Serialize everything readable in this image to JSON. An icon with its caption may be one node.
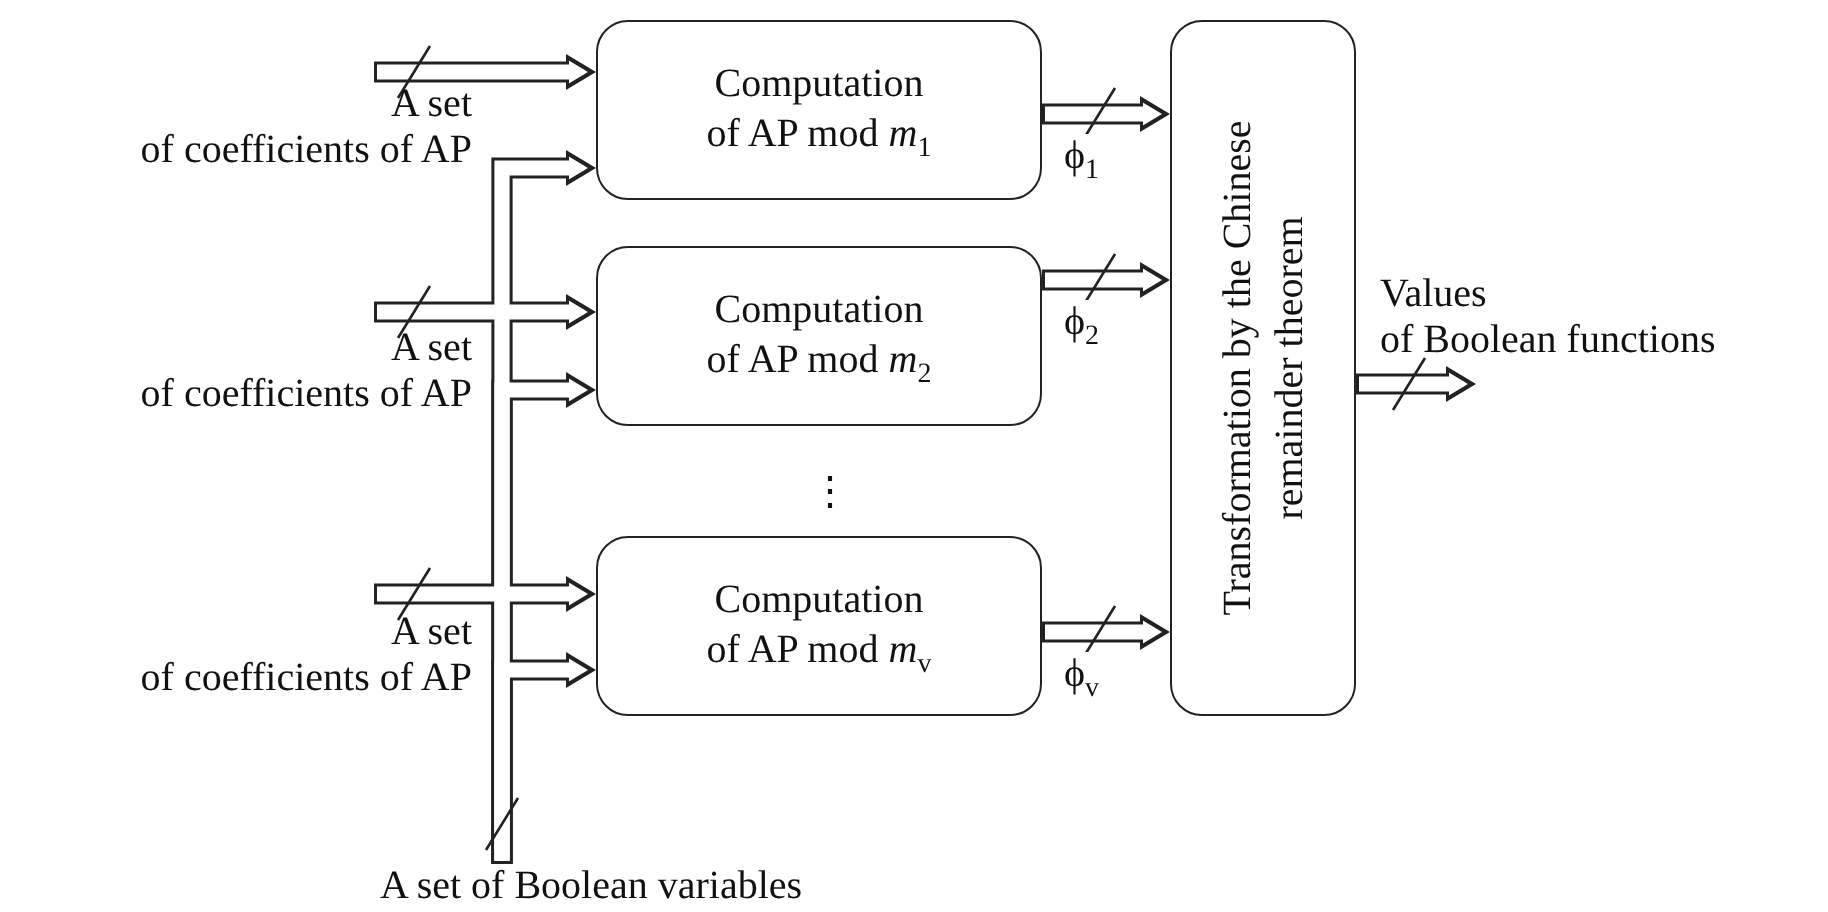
{
  "diagram": {
    "nodes": [
      {
        "text": [
          "Computation of AP mod *m*$_{1}$"
        ]
      },
      {
        "text": [
          "Computation of AP mod *m*$_{2}$"
        ]
      },
      {
        "text": [
          "Computation of AP mod *m*$_{v}$"
        ]
      },
      {
        "text": [
          "Transformation by the Chinese remainder theorem"
        ]
      },
      {
        "text": [
          "A set of coefficients of AP"
        ]
      },
      {
        "text": [
          "A set of coefficients of AP"
        ]
      },
      {
        "text": [
          "A set of coefficients of AP"
        ]
      },
      {
        "text": [
          "A set of Boolean variables"
        ]
      },
      {
        "text": [
          "Values of Boolean functions"
        ]
      }
    ],
    "edges": [
      {
        "from": 4,
        "to": 0,
        "arrow": "to"
      },
      {
        "from": 7,
        "to": 0,
        "arrow": "to"
      },
      {
        "from": 5,
        "to": 1,
        "arrow": "to"
      },
      {
        "from": 7,
        "to": 1,
        "arrow": "to"
      },
      {
        "from": 6,
        "to": 2,
        "arrow": "to"
      },
      {
        "from": 7,
        "to": 2,
        "arrow": "to"
      },
      {
        "from": 0,
        "to": 3,
        "arrow": "to",
        "label": "ϕ$_{1}$"
      },
      {
        "from": 1,
        "to": 3,
        "arrow": "to",
        "label": "ϕ$_{2}$"
      },
      {
        "from": 2,
        "to": 3,
        "arrow": "to",
        "label": "ϕ$_{v}$"
      },
      {
        "from": 3,
        "to": 8,
        "arrow": "to"
      }
    ],
    "labels": [
      "⋮"
    ]
  }
}
